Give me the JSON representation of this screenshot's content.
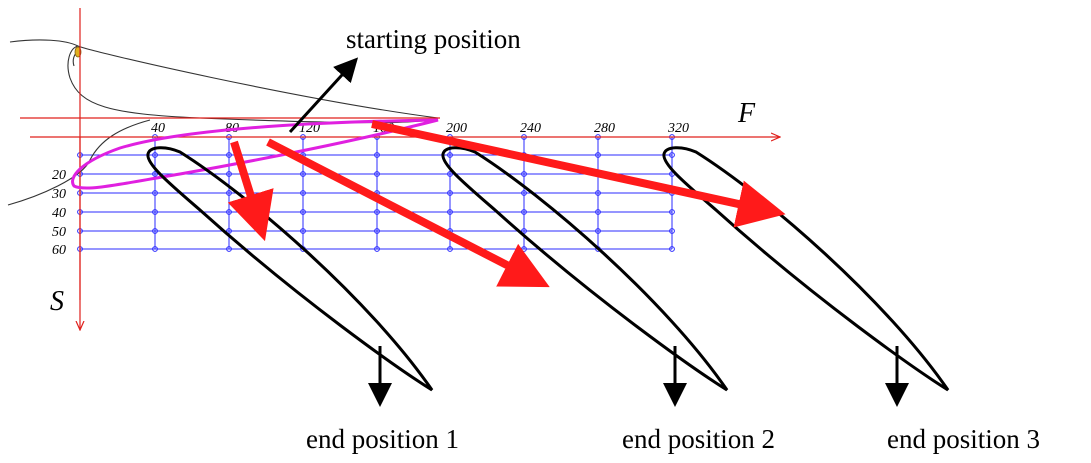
{
  "labels": {
    "starting": "starting position",
    "end1": "end position 1",
    "end2": "end position 2",
    "end3": "end position 3",
    "axis_f": "F",
    "axis_s": "S"
  },
  "x_ticks": [
    "40",
    "80",
    "120",
    "160",
    "200",
    "240",
    "280",
    "320"
  ],
  "y_ticks": [
    "20",
    "30",
    "40",
    "50",
    "60"
  ],
  "colors": {
    "grid": "#2b2bff",
    "axis": "#e0201c",
    "arrow": "#ff1a1a",
    "airfoil_start": "#e020e0",
    "airfoil": "#000000"
  }
}
